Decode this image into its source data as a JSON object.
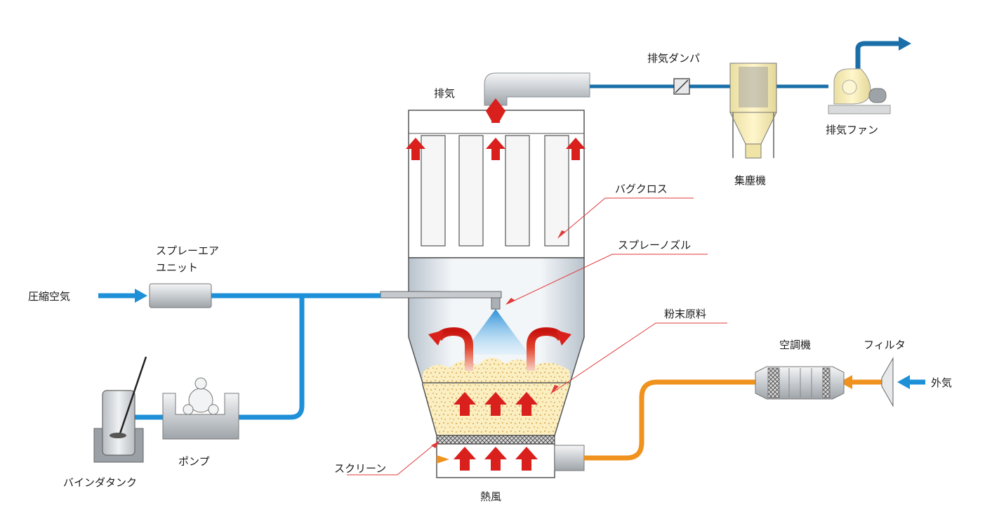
{
  "labels": {
    "exhaust": "排気",
    "exhaust_damper": "排気ダンパ",
    "dust_collector": "集塵機",
    "exhaust_fan": "排気ファン",
    "bag_cloth": "バグクロス",
    "spray_nozzle": "スプレーノズル",
    "powder_material": "粉末原料",
    "spray_air_unit_line1": "スプレーエア",
    "spray_air_unit_line2": "ユニット",
    "compressed_air": "圧縮空気",
    "air_conditioner": "空調機",
    "filter": "フィルタ",
    "outside_air": "外気",
    "binder_tank": "バインダタンク",
    "pump": "ポンプ",
    "screen": "スクリーン",
    "hot_air": "熱風"
  },
  "colors": {
    "blue_pipe": "#1e90d8",
    "dark_blue_pipe": "#1a6fa8",
    "orange_pipe": "#f0921e",
    "red_arrow": "#d9201c",
    "leader_line": "#e03a3a",
    "vessel_gray": "#cfd3d7"
  }
}
